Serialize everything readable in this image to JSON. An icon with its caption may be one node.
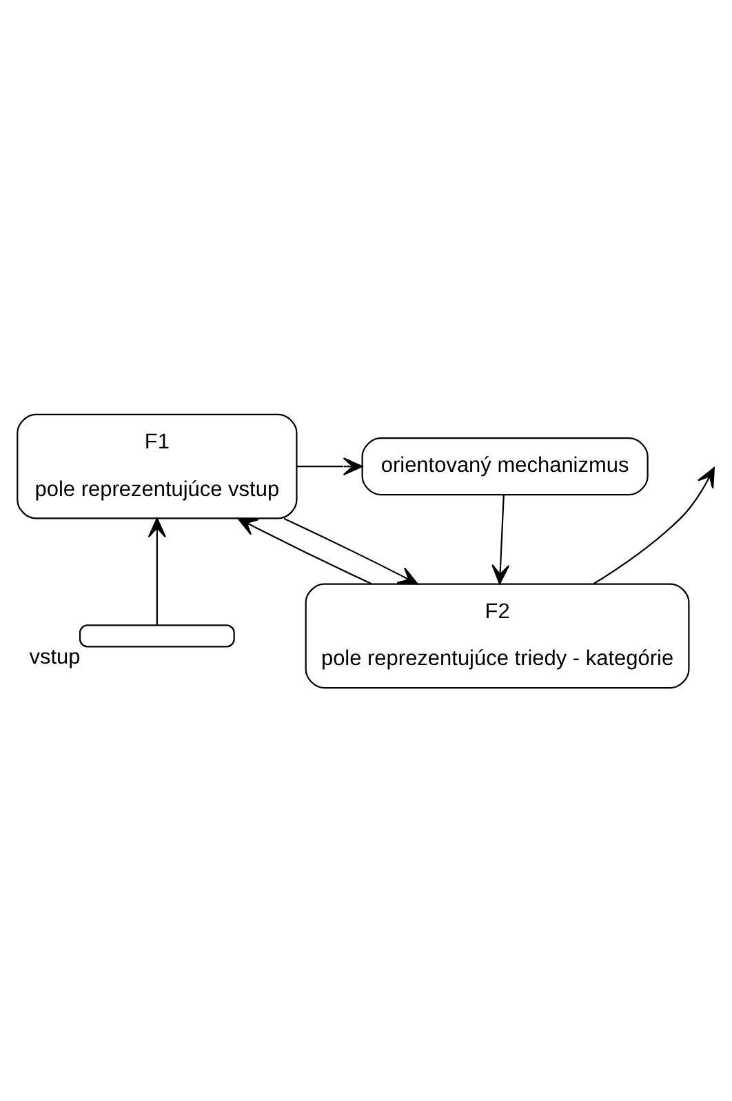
{
  "diagram": {
    "nodes": [
      {
        "text": [
          "F2",
          "pole reprezentujúce triedy - kategórie"
        ]
      },
      {
        "text": [
          "orientovaný mechanizmus"
        ]
      },
      {
        "text": [
          "F1",
          "pole reprezentujúce vstup"
        ]
      },
      {
        "text": [],
        "shape": "bar",
        "beside": [
          "vstup"
        ]
      }
    ],
    "edges": [
      {
        "from": 0,
        "to": null,
        "arrow": "to"
      },
      {
        "from": 1,
        "to": 0,
        "arrow": "to"
      },
      {
        "from": 2,
        "to": 0,
        "arrow": "to"
      },
      {
        "from": 0,
        "to": 2,
        "arrow": "to"
      },
      {
        "from": 2,
        "to": 1,
        "arrow": "to"
      },
      {
        "from": 3,
        "to": 2,
        "arrow": "to"
      }
    ]
  }
}
